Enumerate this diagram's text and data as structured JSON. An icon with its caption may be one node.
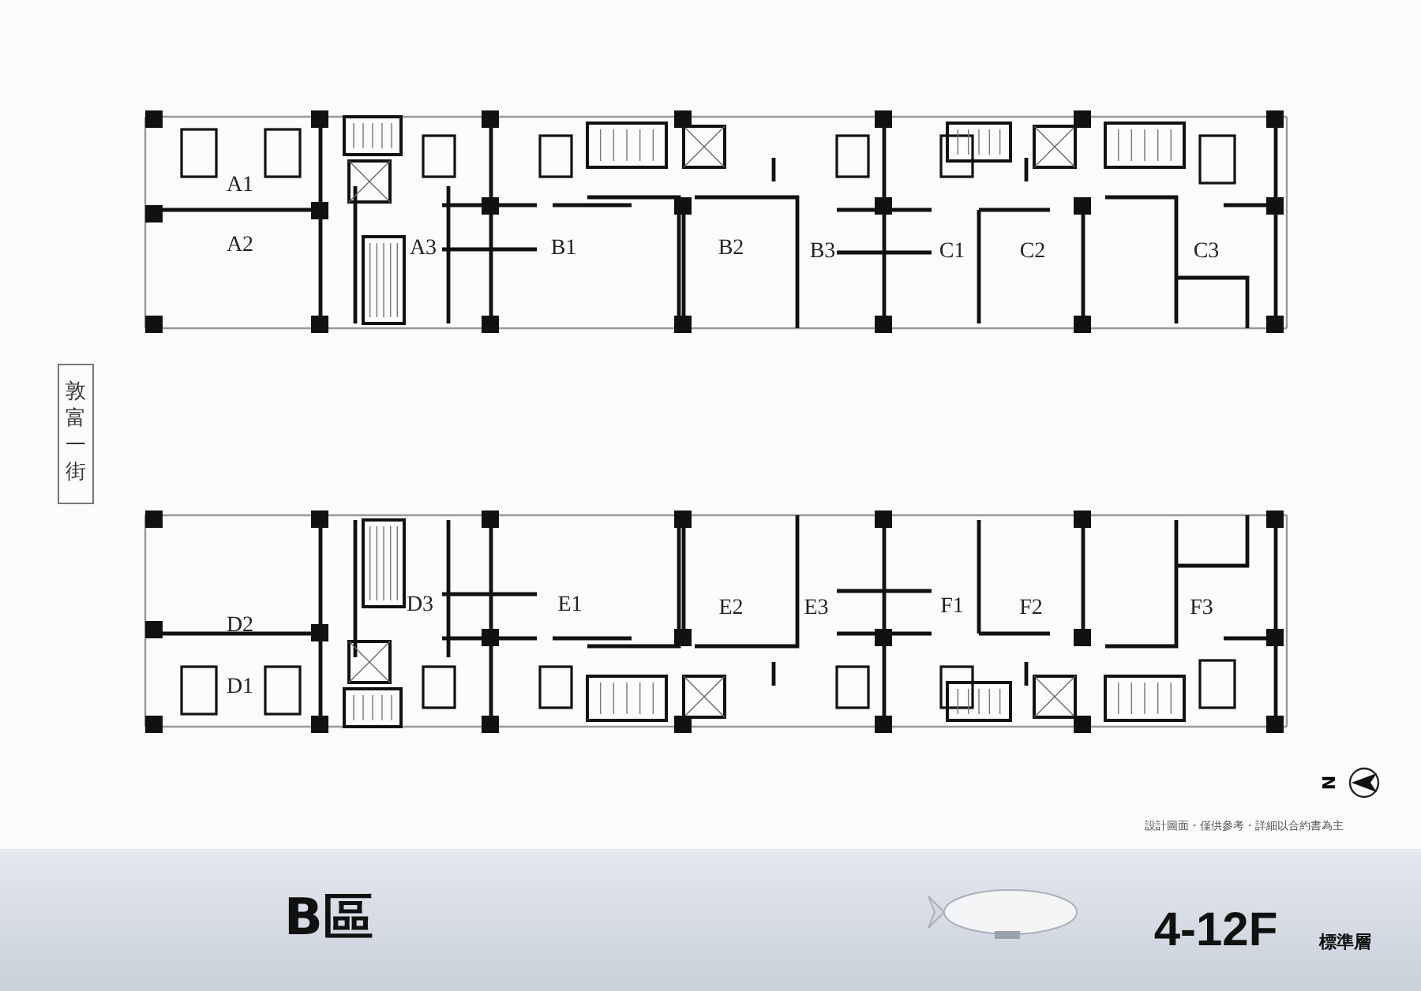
{
  "diagram": {
    "title": "B區",
    "labels": [
      "A1",
      "A2",
      "A3",
      "B1",
      "B2",
      "B3",
      "C1",
      "C2",
      "C3",
      "敦富一街",
      "D2",
      "D3",
      "E1",
      "E2",
      "E3",
      "F1",
      "F2",
      "F3",
      "D1",
      "N",
      "設計圖面・僅供參考・詳細以合約書為主",
      "4-12F",
      "標準層"
    ]
  }
}
